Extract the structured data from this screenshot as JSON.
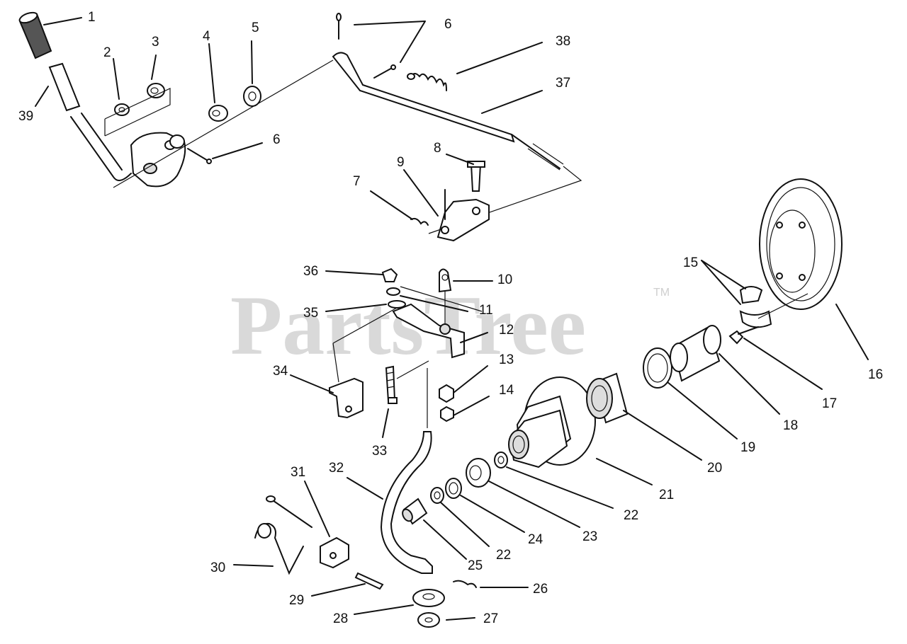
{
  "watermark": {
    "text": "PartsTree",
    "trademark": "TM"
  },
  "callouts": [
    "1",
    "2",
    "3",
    "4",
    "5",
    "6",
    "6",
    "7",
    "8",
    "9",
    "10",
    "11",
    "12",
    "13",
    "14",
    "15",
    "16",
    "17",
    "18",
    "19",
    "20",
    "21",
    "22",
    "22",
    "23",
    "24",
    "25",
    "26",
    "27",
    "28",
    "29",
    "30",
    "31",
    "32",
    "33",
    "34",
    "35",
    "36",
    "37",
    "38",
    "39"
  ]
}
